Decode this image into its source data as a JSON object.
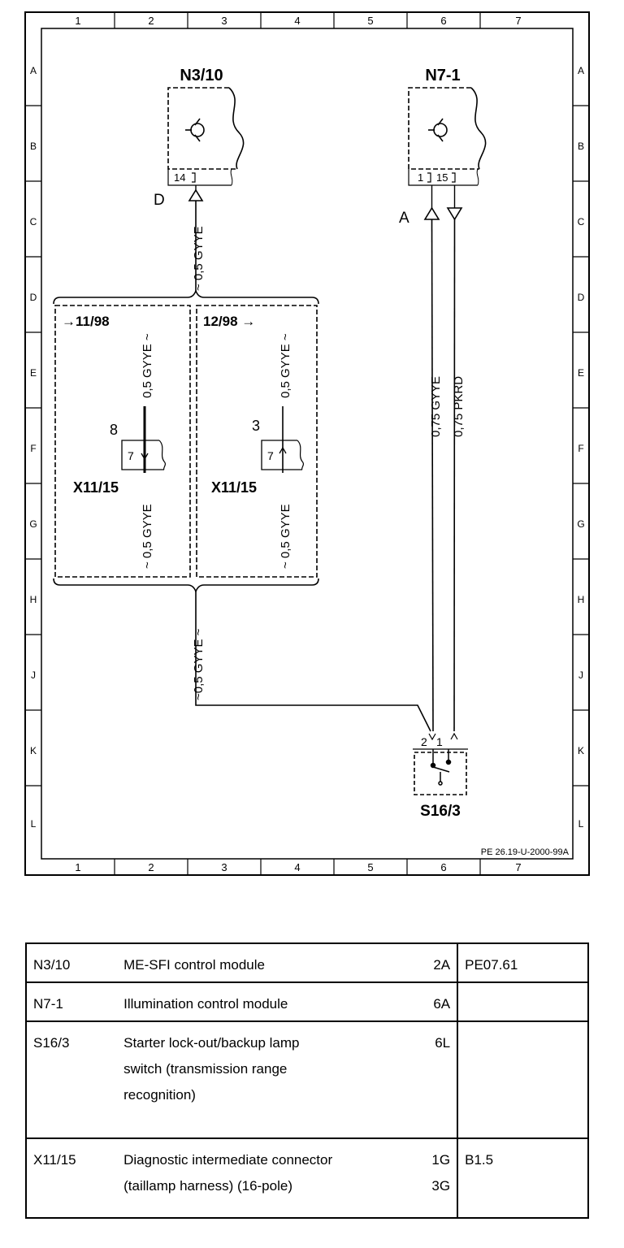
{
  "grid": {
    "columns": [
      "1",
      "2",
      "3",
      "4",
      "5",
      "6",
      "7"
    ],
    "rows": [
      "A",
      "B",
      "C",
      "D",
      "E",
      "F",
      "G",
      "H",
      "J",
      "K",
      "L"
    ]
  },
  "components": {
    "n3_10": {
      "label": "N3/10",
      "pin": "14"
    },
    "n7_1": {
      "label": "N7-1",
      "pin_1": "1",
      "pin_15": "15"
    },
    "s16_3": {
      "label": "S16/3",
      "pin_2": "2",
      "pin_1": "1"
    },
    "x11_15_left": {
      "label": "X11/15",
      "pin": "7",
      "ref": "8",
      "variant": "→11/98"
    },
    "x11_15_right": {
      "label": "X11/15",
      "pin": "7",
      "ref": "3",
      "variant": "12/98 →"
    }
  },
  "points": {
    "d": "D",
    "a": "A"
  },
  "wires": {
    "w_top": "~ 0,5  GYYE",
    "w_left_top": "0,5  GYYE ~",
    "w_left_bottom": "~ 0,5  GYYE",
    "w_right_top": "0,5  GYYE ~",
    "w_right_bottom": "~ 0,5  GYYE",
    "w_lower": "~0,5  GYYE ~",
    "w_n7_1": "0,75  GYYE",
    "w_n7_2": "0,75  PKRD"
  },
  "doc_id": "PE 26.19-U-2000-99A",
  "legend": [
    {
      "code": "N3/10",
      "lines": [
        "ME-SFI control module"
      ],
      "coord": [
        "2A"
      ],
      "ref": "PE07.61"
    },
    {
      "code": "N7-1",
      "lines": [
        "Illumination control module"
      ],
      "coord": [
        "6A"
      ],
      "ref": ""
    },
    {
      "code": "S16/3",
      "lines": [
        "Starter lock-out/backup lamp",
        "switch (transmission range",
        "recognition)"
      ],
      "coord": [
        "6L"
      ],
      "ref": ""
    },
    {
      "code": "X11/15",
      "lines": [
        "Diagnostic intermediate connector",
        "(taillamp harness) (16-pole)"
      ],
      "coord": [
        "1G",
        "3G"
      ],
      "ref": "B1.5"
    }
  ]
}
